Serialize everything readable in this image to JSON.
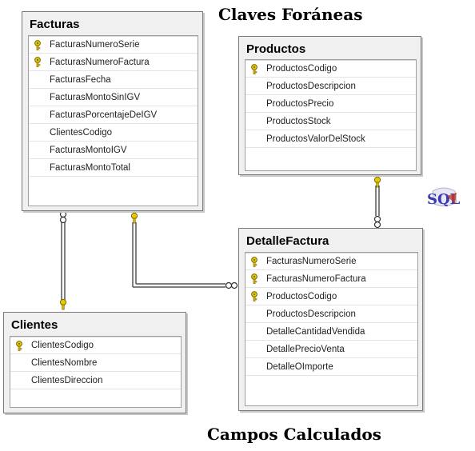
{
  "headings": {
    "top": "Claves Foráneas",
    "bottom": "Campos Calculados"
  },
  "tables": {
    "facturas": {
      "name": "Facturas",
      "columns": [
        {
          "label": "FacturasNumeroSerie",
          "key": true
        },
        {
          "label": "FacturasNumeroFactura",
          "key": true
        },
        {
          "label": "FacturasFecha",
          "key": false
        },
        {
          "label": "FacturasMontoSinIGV",
          "key": false
        },
        {
          "label": "FacturasPorcentajeDeIGV",
          "key": false
        },
        {
          "label": "ClientesCodigo",
          "key": false
        },
        {
          "label": "FacturasMontoIGV",
          "key": false
        },
        {
          "label": "FacturasMontoTotal",
          "key": false
        }
      ]
    },
    "productos": {
      "name": "Productos",
      "columns": [
        {
          "label": "ProductosCodigo",
          "key": true
        },
        {
          "label": "ProductosDescripcion",
          "key": false
        },
        {
          "label": "ProductosPrecio",
          "key": false
        },
        {
          "label": "ProductosStock",
          "key": false
        },
        {
          "label": "ProductosValorDelStock",
          "key": false
        }
      ]
    },
    "clientes": {
      "name": "Clientes",
      "columns": [
        {
          "label": "ClientesCodigo",
          "key": true
        },
        {
          "label": "ClientesNombre",
          "key": false
        },
        {
          "label": "ClientesDireccion",
          "key": false
        }
      ]
    },
    "detalle": {
      "name": "DetalleFactura",
      "columns": [
        {
          "label": "FacturasNumeroSerie",
          "key": true
        },
        {
          "label": "FacturasNumeroFactura",
          "key": true
        },
        {
          "label": "ProductosCodigo",
          "key": true
        },
        {
          "label": "ProductosDescripcion",
          "key": false
        },
        {
          "label": "DetalleCantidadVendida",
          "key": false
        },
        {
          "label": "DetallePrecioVenta",
          "key": false
        },
        {
          "label": "DetalleOImporte",
          "key": false
        }
      ]
    }
  },
  "relationships": [
    {
      "from": "Clientes",
      "to": "Facturas",
      "one_end": "Clientes",
      "many_end": "Facturas"
    },
    {
      "from": "Facturas",
      "to": "DetalleFactura",
      "one_end": "Facturas",
      "many_end": "DetalleFactura"
    },
    {
      "from": "Productos",
      "to": "DetalleFactura",
      "one_end": "Productos",
      "many_end": "DetalleFactura"
    }
  ],
  "logo": {
    "icon": "sql-server-logo-icon",
    "text": "SQL"
  },
  "colors": {
    "key": "#e8c800",
    "key_outline": "#7a6a00",
    "line": "#555555",
    "table_bg": "#f0f0f0",
    "grid_bg": "#ffffff"
  }
}
